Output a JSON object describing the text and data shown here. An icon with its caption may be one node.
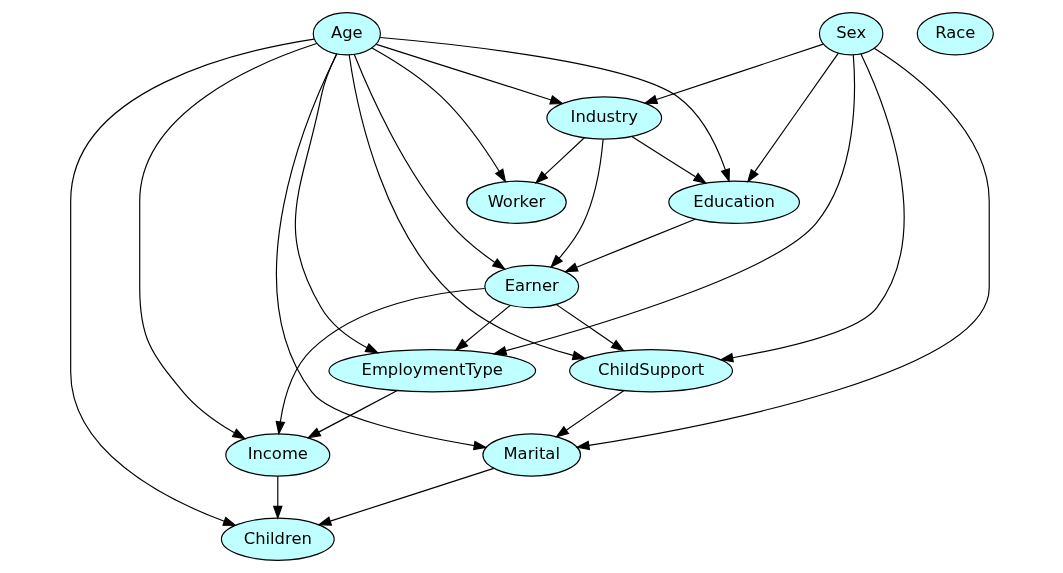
{
  "diagram": {
    "nodes": [
      {
        "text": [
          "Age"
        ]
      },
      {
        "text": [
          "Race"
        ]
      },
      {
        "text": [
          "Sex"
        ]
      },
      {
        "text": [
          "Industry"
        ]
      },
      {
        "text": [
          "Education"
        ]
      },
      {
        "text": [
          "Worker"
        ]
      },
      {
        "text": [
          "EmploymentType"
        ]
      },
      {
        "text": [
          "Earner"
        ]
      },
      {
        "text": [
          "ChildSupport"
        ]
      },
      {
        "text": [
          "Income"
        ]
      },
      {
        "text": [
          "Marital"
        ]
      },
      {
        "text": [
          "Children"
        ]
      }
    ],
    "edges": [
      {
        "from": 0,
        "to": 3,
        "arrow": "to"
      },
      {
        "from": 0,
        "to": 4,
        "arrow": "to"
      },
      {
        "from": 0,
        "to": 7,
        "arrow": "to"
      },
      {
        "from": 0,
        "to": 5,
        "arrow": "to"
      },
      {
        "from": 0,
        "to": 10,
        "arrow": "to"
      },
      {
        "from": 0,
        "to": 8,
        "arrow": "to"
      },
      {
        "from": 0,
        "to": 11,
        "arrow": "to"
      },
      {
        "from": 0,
        "to": 9,
        "arrow": "to"
      },
      {
        "from": 0,
        "to": 6,
        "arrow": "to"
      },
      {
        "from": 2,
        "to": 3,
        "arrow": "to"
      },
      {
        "from": 2,
        "to": 4,
        "arrow": "to"
      },
      {
        "from": 2,
        "to": 6,
        "arrow": "to"
      },
      {
        "from": 2,
        "to": 8,
        "arrow": "to"
      },
      {
        "from": 2,
        "to": 10,
        "arrow": "to"
      },
      {
        "from": 3,
        "to": 4,
        "arrow": "to"
      },
      {
        "from": 3,
        "to": 7,
        "arrow": "to"
      },
      {
        "from": 3,
        "to": 5,
        "arrow": "to"
      },
      {
        "from": 4,
        "to": 7,
        "arrow": "to"
      },
      {
        "from": 7,
        "to": 6,
        "arrow": "to"
      },
      {
        "from": 7,
        "to": 8,
        "arrow": "to"
      },
      {
        "from": 7,
        "to": 9,
        "arrow": "to"
      },
      {
        "from": 6,
        "to": 9,
        "arrow": "to"
      },
      {
        "from": 8,
        "to": 10,
        "arrow": "to"
      },
      {
        "from": 9,
        "to": 11,
        "arrow": "to"
      },
      {
        "from": 10,
        "to": 11,
        "arrow": "to"
      }
    ]
  }
}
